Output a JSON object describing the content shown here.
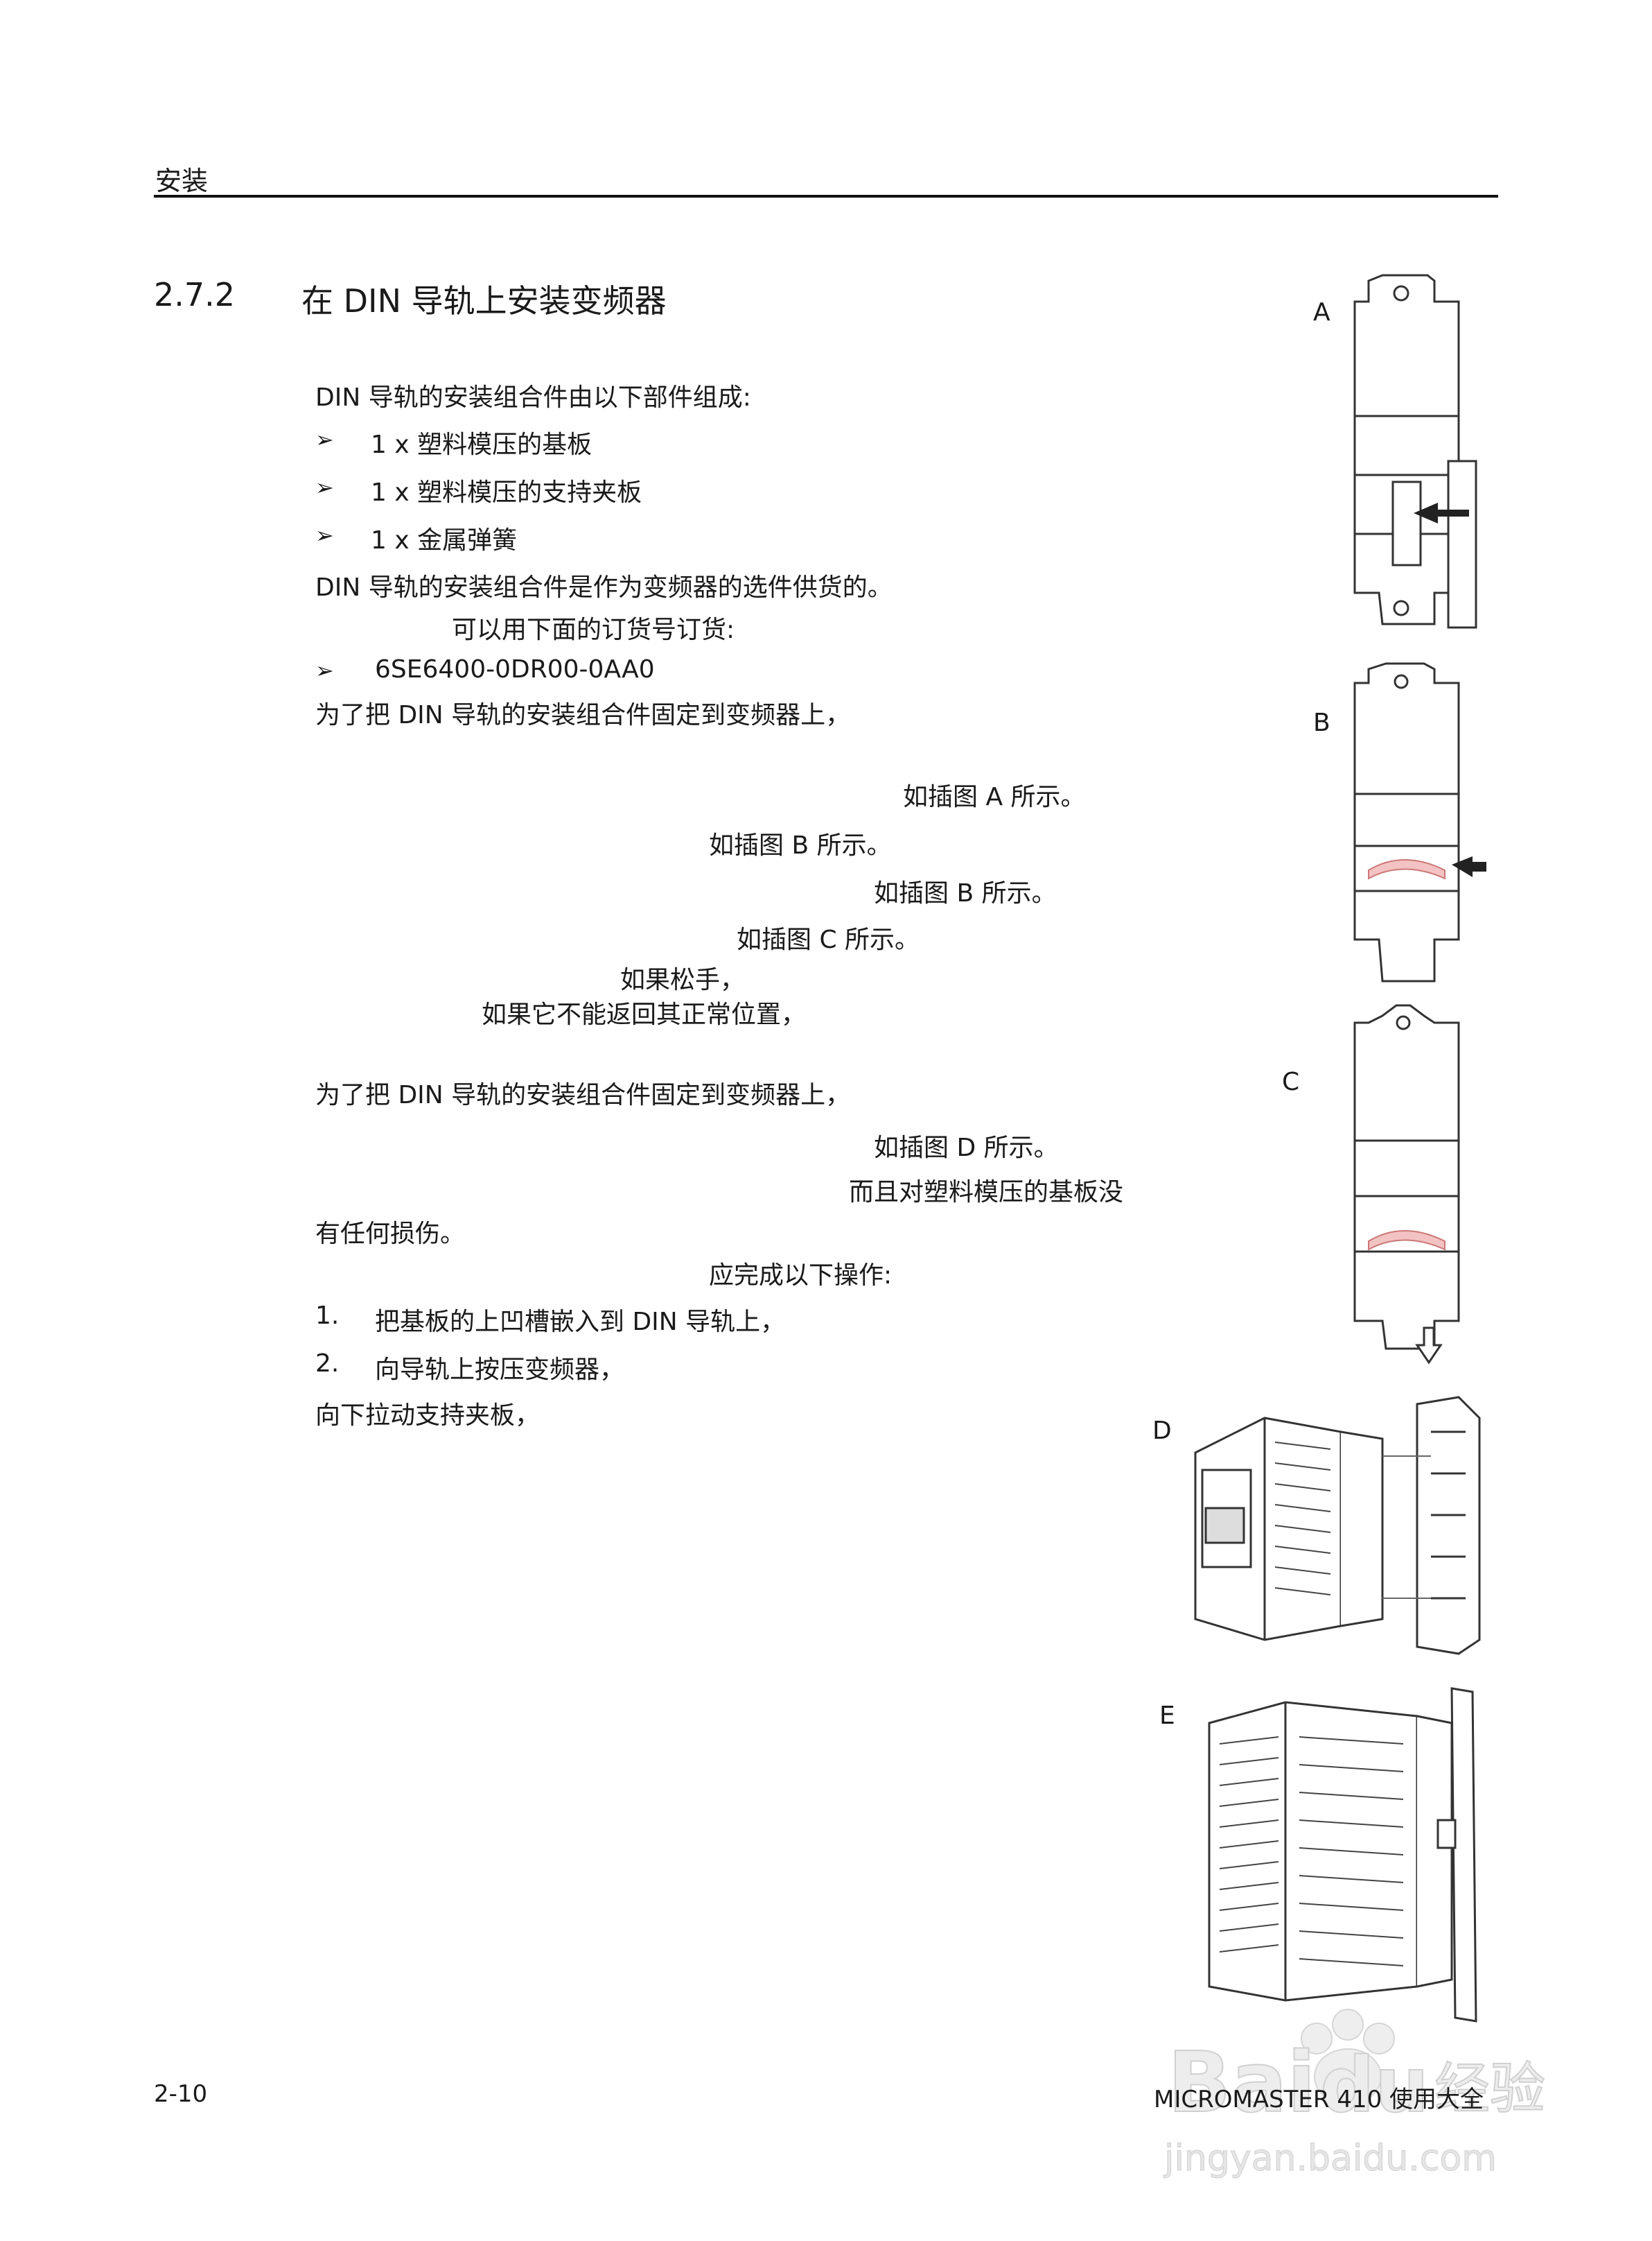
{
  "header": {
    "section": "安装"
  },
  "section": {
    "number": "2.7.2",
    "title": "在 DIN 导轨上安装变频器"
  },
  "intro": "DIN 导轨的安装组合件由以下部件组成:",
  "parts": [
    {
      "bullet": "➢",
      "text": "1 x  塑料模压的基板"
    },
    {
      "bullet": "➢",
      "text": "1 x  塑料模压的支持夹板"
    },
    {
      "bullet": "➢",
      "text": "1 x  金属弹簧"
    }
  ],
  "option_line": "DIN 导轨的安装组合件是作为变频器的选件供货的。",
  "order_line": "可以用下面的订货号订货:",
  "order_number": {
    "bullet": "➢",
    "text": "6SE6400-0DR00-0AA0"
  },
  "fix_intro_1": "为了把 DIN 导轨的安装组合件固定到变频器上，",
  "fragments_1": [
    "如插图 A 所示。",
    "如插图 B 所示。",
    "如插图 B 所示。",
    "如插图 C 所示。",
    "如果松手，",
    "如果它不能返回其正常位置，"
  ],
  "fix_intro_2": "为了把 DIN 导轨的安装组合件固定到变频器上，",
  "fragment_d": "如插图 D 所示。",
  "fragment_base": "而且对塑料模压的基板没",
  "fragment_damage": "有任何损伤。",
  "ops_intro": "应完成以下操作:",
  "steps": [
    {
      "num": "1.",
      "text": "把基板的上凹槽嵌入到 DIN 导轨上，"
    },
    {
      "num": "2.",
      "text": "向导轨上按压变频器，"
    }
  ],
  "pull_line": "向下拉动支持夹板，",
  "figures": {
    "a": "A",
    "b": "B",
    "c": "C",
    "d": "D",
    "e": "E"
  },
  "footer": {
    "page": "2-10",
    "doc": "MICROMASTER 410  使用大全"
  },
  "watermark": {
    "logo": "Baidu经验",
    "url": "jingyan.baidu.com"
  }
}
